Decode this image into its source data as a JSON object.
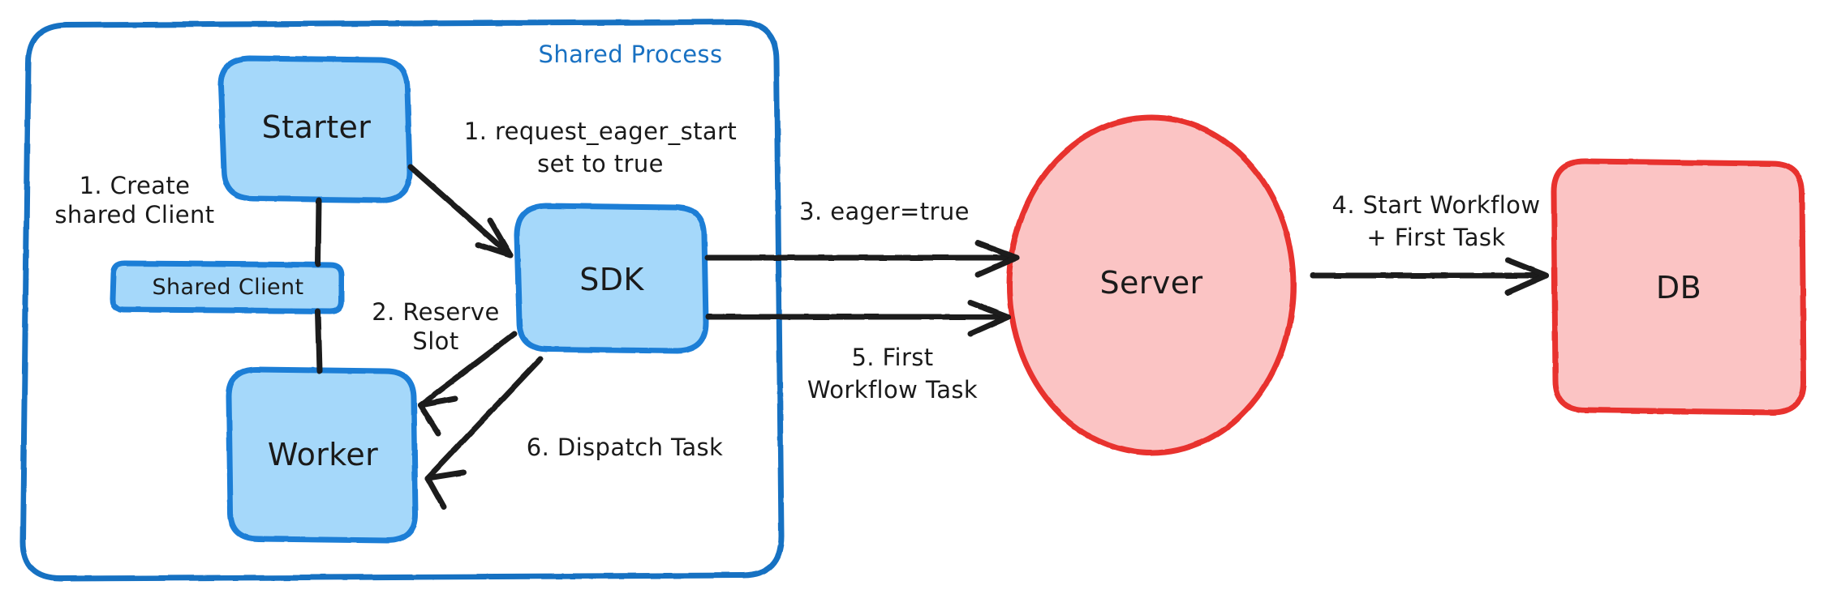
{
  "diagram": {
    "title": "Eager Workflow Start — Shared Process flow",
    "group": {
      "label": "Shared Process",
      "border_color": "#1971c2"
    },
    "palette": {
      "blue_fill": "#a5d8fa",
      "blue_stroke": "#1c7ed6",
      "red_fill": "#fbc4c4",
      "red_stroke": "#e8312f",
      "arrow": "#1a1a1a",
      "text": "#1a1a1a",
      "group_text": "#1971c2",
      "background": "#ffffff"
    },
    "nodes": [
      {
        "id": "starter",
        "label": "Starter",
        "shape": "rounded-rect",
        "color": "blue"
      },
      {
        "id": "shared-client",
        "label": "Shared Client",
        "shape": "rounded-rect",
        "color": "blue"
      },
      {
        "id": "worker",
        "label": "Worker",
        "shape": "rounded-rect",
        "color": "blue"
      },
      {
        "id": "sdk",
        "label": "SDK",
        "shape": "rounded-rect",
        "color": "blue"
      },
      {
        "id": "server",
        "label": "Server",
        "shape": "ellipse",
        "color": "red"
      },
      {
        "id": "db",
        "label": "DB",
        "shape": "rounded-rect",
        "color": "red"
      }
    ],
    "edges": [
      {
        "id": "e1",
        "from": "starter",
        "to": "shared-client",
        "label": "1. Create\nshared Client",
        "arrow": false
      },
      {
        "id": "e2",
        "from": "starter",
        "to": "sdk",
        "label": "1. request_eager_start\nset to true",
        "arrow": true
      },
      {
        "id": "e3",
        "from": "sdk",
        "to": "worker",
        "label": "2. Reserve\nSlot",
        "arrow": true
      },
      {
        "id": "e4",
        "from": "sdk",
        "to": "server",
        "label": "3. eager=true",
        "arrow": true
      },
      {
        "id": "e5",
        "from": "server",
        "to": "db",
        "label": "4. Start Workflow\n+ First Task",
        "arrow": true
      },
      {
        "id": "e6",
        "from": "server",
        "to": "sdk",
        "label": "5. First\nWorkflow Task",
        "arrow": true
      },
      {
        "id": "e7",
        "from": "sdk",
        "to": "worker",
        "label": "6. Dispatch Task",
        "arrow": true
      }
    ],
    "labels": {
      "create_shared_client_line1": "1. Create",
      "create_shared_client_line2": "shared Client",
      "request_eager_start_line1": "1. request_eager_start",
      "request_eager_start_line2": "set to true",
      "reserve_slot_line1": "2. Reserve",
      "reserve_slot_line2": "Slot",
      "eager_true": "3. eager=true",
      "start_workflow_line1": "4. Start Workflow",
      "start_workflow_line2": "+ First Task",
      "first_workflow_task_line1": "5. First",
      "first_workflow_task_line2": "Workflow Task",
      "dispatch_task": "6. Dispatch Task"
    }
  }
}
